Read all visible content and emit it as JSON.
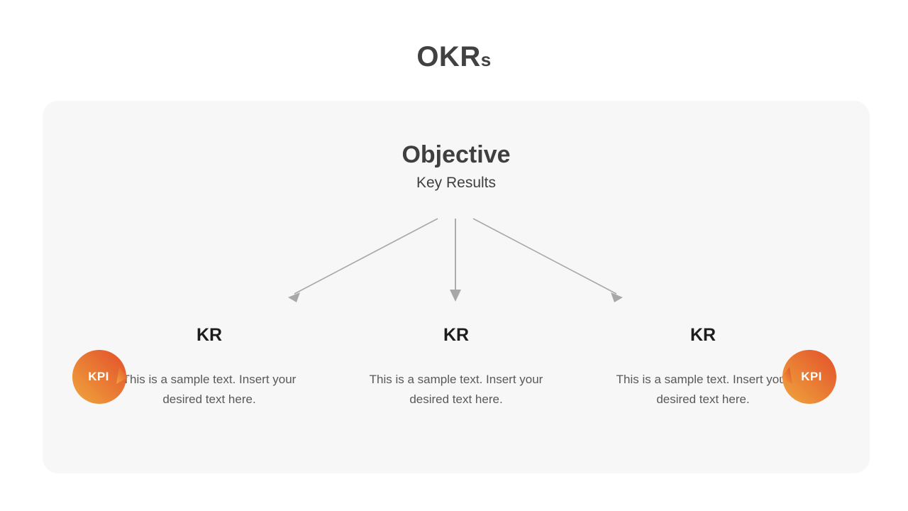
{
  "slide": {
    "title_main": "OKR",
    "title_suffix": "s",
    "background_color": "#ffffff",
    "card_color": "#f7f7f7"
  },
  "objective": {
    "title": "Objective",
    "subtitle": "Key Results"
  },
  "arrows": {
    "color": "#a8a8a8",
    "items": [
      {
        "name": "arrow-left",
        "direction": "down-left"
      },
      {
        "name": "arrow-center",
        "direction": "down"
      },
      {
        "name": "arrow-right",
        "direction": "down-right"
      }
    ]
  },
  "key_results": [
    {
      "heading": "KR",
      "body": "This is a sample text. Insert your desired text here."
    },
    {
      "heading": "KR",
      "body": "This is a sample text. Insert your desired text here."
    },
    {
      "heading": "KR",
      "body": "This is a sample text. Insert your desired text here."
    }
  ],
  "kpi_badges": [
    {
      "label": "KPI",
      "tail": "right",
      "gradient_from": "#f0a63e",
      "gradient_to": "#e24f2a"
    },
    {
      "label": "KPI",
      "tail": "left",
      "gradient_from": "#f0a63e",
      "gradient_to": "#e24f2a"
    }
  ]
}
